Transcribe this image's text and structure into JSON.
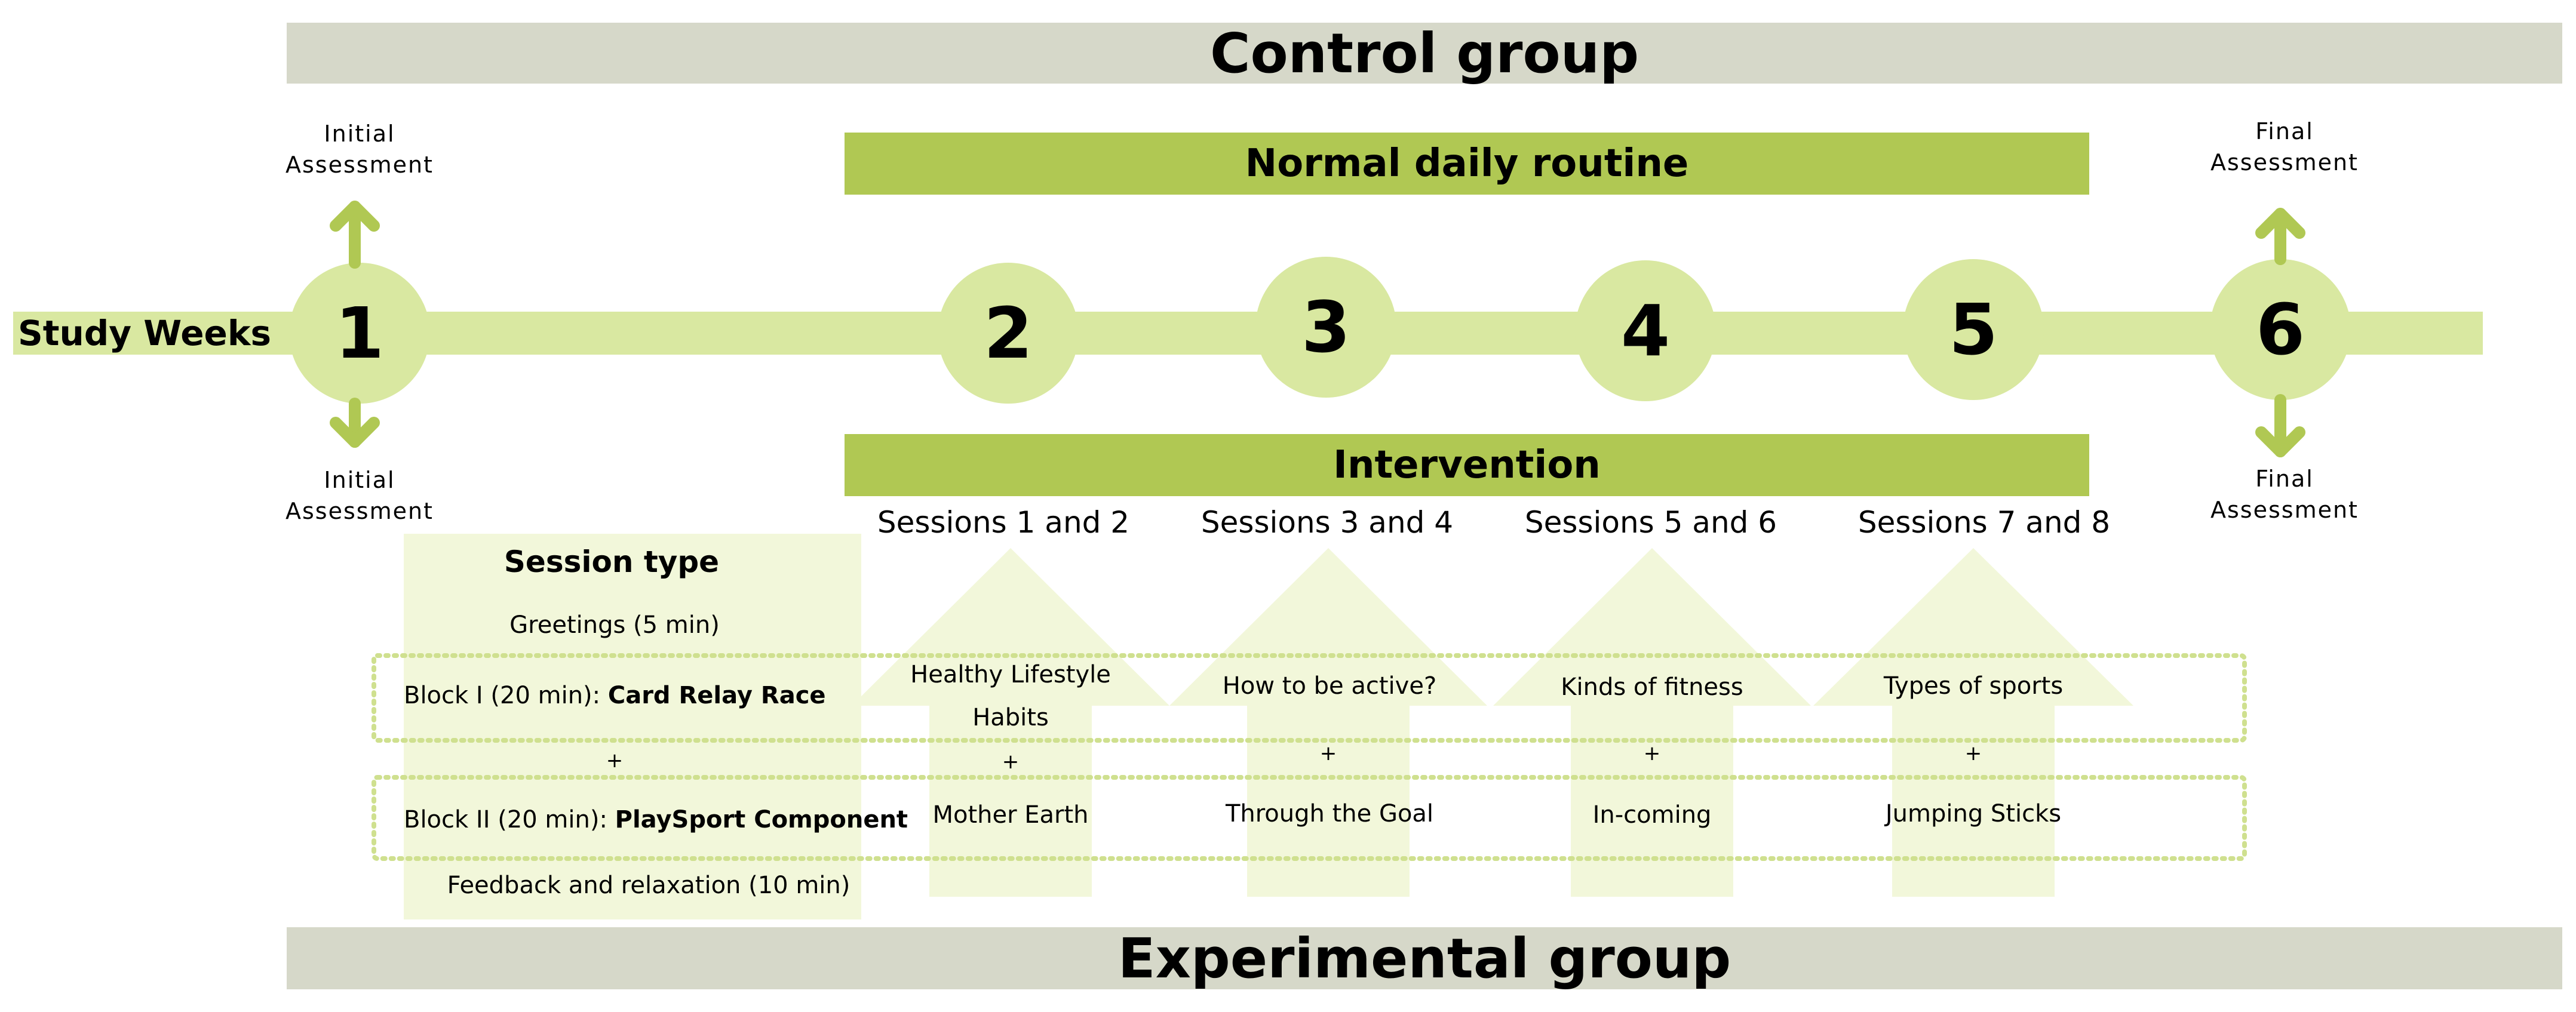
{
  "control_group": "Control group",
  "experimental_group": "Experimental group",
  "normal_routine": "Normal daily routine",
  "intervention": "Intervention",
  "study_weeks": "Study Weeks",
  "weeks": [
    "1",
    "2",
    "3",
    "4",
    "5",
    "6"
  ],
  "initial_assessment_top": [
    "Initial",
    "Assessment"
  ],
  "initial_assessment_bottom": [
    "Initial",
    "Assessment"
  ],
  "final_assessment_top": [
    "Final",
    "Assessment"
  ],
  "final_assessment_bottom": [
    "Final",
    "Assessment"
  ],
  "session_labels": [
    "Sessions 1 and 2",
    "Sessions 3 and 4",
    "Sessions 5 and 6",
    "Sessions 7 and 8"
  ],
  "session_type": {
    "title": "Session type",
    "greetings": "Greetings (5 min)",
    "block1_prefix": "Block I (20 min): ",
    "block1_name": "Card Relay Race",
    "plus": "+",
    "block2_prefix": "Block II (20 min): ",
    "block2_name": "PlaySport Component",
    "feedback": "Feedback and relaxation (10 min)"
  },
  "arrows": [
    {
      "topic": "Healthy Lifestyle Habits",
      "plus": "+",
      "activity": "Mother Earth"
    },
    {
      "topic": "How to be active?",
      "plus": "+",
      "activity": "Through the Goal"
    },
    {
      "topic": "Kinds of fitness",
      "plus": "+",
      "activity": "In-coming"
    },
    {
      "topic": "Types of sports",
      "plus": "+",
      "activity": "Jumping Sticks"
    }
  ],
  "colors": {
    "gray_band": "#d6d8c9",
    "dark_green": "#b0c853",
    "light_green": "#d9e8a1",
    "pale_green": "#f2f7da",
    "dotted": "#cfe08f"
  }
}
